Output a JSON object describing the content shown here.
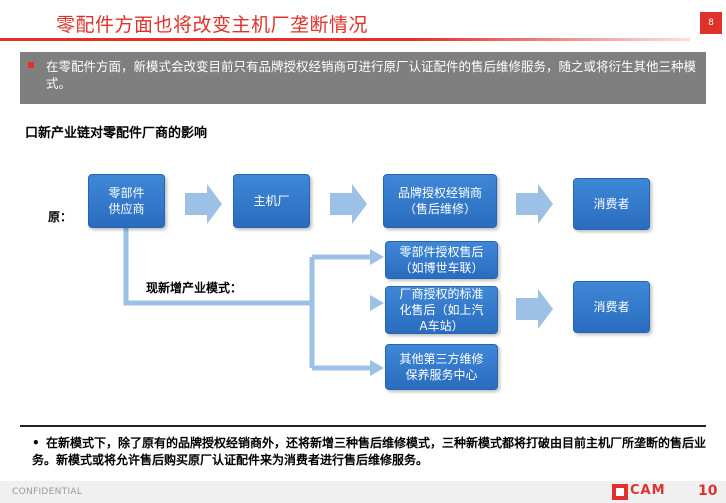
{
  "header": {
    "title": "零配件方面也将改变主机厂垄断情况",
    "page_number": "8"
  },
  "summary": {
    "text": "在零配件方面，新模式会改变目前只有品牌授权经销商可进行原厂认证配件的售后维修服务，随之或将衍生其他三种模式。"
  },
  "section": {
    "heading": "口新产业链对零配件厂商的影响"
  },
  "diagram": {
    "original_label": "原：",
    "new_label": "现新增产业模式：",
    "original_chain": {
      "supplier": "零部件\n供应商",
      "oem": "主机厂",
      "dealer": "品牌授权经销商\n（售后维修）",
      "consumer": "消费者"
    },
    "new_modes": {
      "parts_after_sales": "零部件授权售后\n（如博世车联）",
      "oem_standard_after_sales": "厂商授权的标准\n化售后（如上汽\nA车站）",
      "third_party": "其他第三方维修\n保养服务中心",
      "consumer": "消费者"
    }
  },
  "bottom": {
    "text": "在新模式下，除了原有的品牌授权经销商外，还将新增三种售后维修模式，三种新模式都将打破由目前主机厂所垄断的售后业务。新模式或将允许售后购买原厂认证配件来为消费者进行售后维修服务。"
  },
  "footer": {
    "confidential": "CONFIDENTIAL",
    "logo": "CAM",
    "logo_ten": "10"
  },
  "colors": {
    "accent": "#e0312b",
    "box": "#2f78cc",
    "connector": "#9dc1e6",
    "summary_bg": "#7f7f7f"
  }
}
